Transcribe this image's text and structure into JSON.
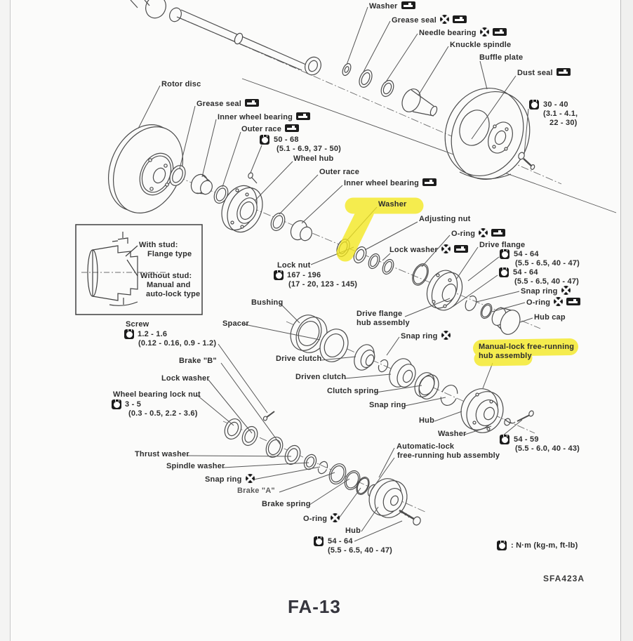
{
  "page": {
    "figure_code": "SFA423A",
    "page_number": "FA-13"
  },
  "legend": {
    "torque_units": ": N·m (kg-m, ft-lb)"
  },
  "highlight_color": "#f4e81e",
  "icon_legend": {
    "torque-icon": "torque wrench symbol (tightening torque)",
    "replace-icon": "crossed black circle (always replace)",
    "grease-icon": "black tag (apply multi-purpose grease)"
  },
  "inset": {
    "l1": "With stud:",
    "l2": "Flange type",
    "l3": "Without stud:",
    "l4": "Manual and",
    "l5": "auto-lock type"
  },
  "labels": [
    {
      "t": "Washer"
    },
    {
      "t": "Grease seal"
    },
    {
      "t": "Needle bearing"
    },
    {
      "t": "Knuckle spindle"
    },
    {
      "t": "Buffle plate"
    },
    {
      "t": "Dust seal"
    },
    {
      "t": "30 - 40",
      "t2": "(3.1 - 4.1,",
      "t3": "22 - 30)"
    },
    {
      "t": "Rotor disc"
    },
    {
      "t": "Grease seal"
    },
    {
      "t": "Inner wheel bearing"
    },
    {
      "t": "Outer race"
    },
    {
      "t": "50 - 68",
      "t2": "(5.1 - 6.9, 37 - 50)"
    },
    {
      "t": "Wheel hub"
    },
    {
      "t": "Outer race"
    },
    {
      "t": "Inner wheel bearing"
    },
    {
      "t": "Washer",
      "highlighted": true
    },
    {
      "t": "Adjusting nut"
    },
    {
      "t": "O-ring"
    },
    {
      "t": "Lock washer"
    },
    {
      "t": "Drive flange"
    },
    {
      "t": "54 - 64",
      "t2": "(5.5 - 6.5, 40 - 47)"
    },
    {
      "t": "54 - 64",
      "t2": "(5.5 - 6.5, 40 - 47)"
    },
    {
      "t": "Snap ring"
    },
    {
      "t": "O-ring"
    },
    {
      "t": "Hub cap"
    },
    {
      "t": "Lock nut",
      "t2": "167 - 196",
      "t3": "(17 - 20, 123 - 145)"
    },
    {
      "t": "Bushing"
    },
    {
      "t": "Spacer"
    },
    {
      "t": "Drive flange",
      "t2": "hub assembly"
    },
    {
      "t": "Snap ring"
    },
    {
      "t": "Drive clutch"
    },
    {
      "t": "Manual-lock free-running",
      "t2": "hub assembly",
      "highlighted": true
    },
    {
      "t": "Driven clutch"
    },
    {
      "t": "Clutch spring"
    },
    {
      "t": "Snap ring"
    },
    {
      "t": "Hub"
    },
    {
      "t": "Washer"
    },
    {
      "t": "54 - 59",
      "t2": "(5.5 - 6.0, 40 - 43)"
    },
    {
      "t": "Screw",
      "t2": "1.2 - 1.6",
      "t3": "(0.12 - 0.16, 0.9 - 1.2)"
    },
    {
      "t": "Brake \"B\""
    },
    {
      "t": "Lock washer"
    },
    {
      "t": "Wheel bearing lock nut",
      "t2": "3 - 5",
      "t3": "(0.3 - 0.5, 2.2 - 3.6)"
    },
    {
      "t": "Thrust washer"
    },
    {
      "t": "Spindle washer"
    },
    {
      "t": "Snap ring"
    },
    {
      "t": "Brake \"A\""
    },
    {
      "t": "Brake spring"
    },
    {
      "t": "O-ring"
    },
    {
      "t": "Hub"
    },
    {
      "t": "54 - 64",
      "t2": "(5.5 - 6.5, 40 - 47)"
    },
    {
      "t": "Automatic-lock",
      "t2": "free-running hub assembly"
    }
  ]
}
